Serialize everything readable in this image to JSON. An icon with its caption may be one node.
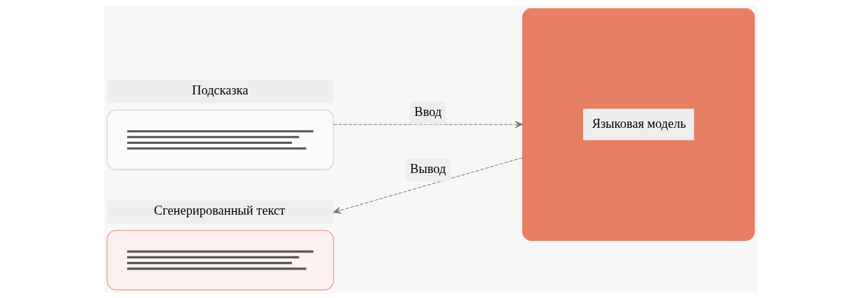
{
  "diagram": {
    "nodes": [
      {
        "text": [
          "Подсказка"
        ]
      },
      {
        "text": [
          "Сгенерированный текст"
        ]
      },
      {
        "text": [
          "Языковая модель"
        ]
      }
    ],
    "edges": [
      {
        "from": 0,
        "to": 2,
        "arrow": "to",
        "label": "Ввод",
        "style": "dashed"
      },
      {
        "from": 2,
        "to": 1,
        "arrow": "to",
        "label": "Вывод",
        "style": "dashed"
      }
    ]
  }
}
